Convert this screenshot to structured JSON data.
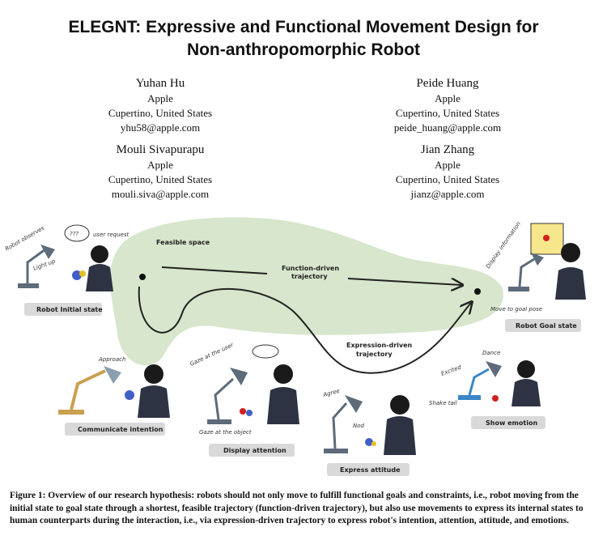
{
  "paper": {
    "title_line1": "ELEGNT: Expressive and Functional Movement Design for",
    "title_line2": "Non-anthropomorphic Robot",
    "authors": [
      {
        "name": "Yuhan Hu",
        "affiliation": "Apple",
        "location": "Cupertino, United States",
        "email": "yhu58@apple.com"
      },
      {
        "name": "Peide Huang",
        "affiliation": "Apple",
        "location": "Cupertino, United States",
        "email": "peide_huang@apple.com"
      },
      {
        "name": "Mouli Sivapurapu",
        "affiliation": "Apple",
        "location": "Cupertino, United States",
        "email": "mouli.siva@apple.com"
      },
      {
        "name": "Jian Zhang",
        "affiliation": "Apple",
        "location": "Cupertino, United States",
        "email": "jianz@apple.com"
      }
    ]
  },
  "figure": {
    "feasible_space": "Feasible space",
    "function_traj_1": "Function-driven",
    "function_traj_2": "trajectory",
    "expression_traj_1": "Expression-driven",
    "expression_traj_2": "trajectory",
    "boxes": {
      "initial": "Robot Initial state",
      "goal": "Robot Goal state",
      "communicate": "Communicate intention",
      "attention": "Display attention",
      "attitude": "Express attitude",
      "emotion": "Show emotion"
    },
    "notes": {
      "robot_observes": "Robot observes",
      "light_up": "Light up",
      "user_request": "user request",
      "question": "???",
      "display_information": "Display information",
      "move_to_goal": "Move to goal pose",
      "approach": "Approach",
      "gaze_user": "Gaze at the user",
      "gaze_object": "Gaze at the object",
      "agree": "Agree",
      "nod": "Nod",
      "excited": "Excited",
      "dance": "Dance",
      "shake_tail": "Shake tail"
    },
    "colors": {
      "feasible_space": "#d7e6cc",
      "state_box": "#d9d9d9",
      "lamp": "#5d6b7a",
      "hair": "#1a1a1a"
    }
  },
  "caption": "Figure 1: Overview of our research hypothesis: robots should not only move to fulfill functional goals and constraints, i.e., robot moving from the initial state to goal state through a shortest, feasible trajectory (function-driven trajectory), but also use movements to express its internal states to human counterparts during the interaction, i.e., via expression-driven trajectory to express robot's intention, attention, attitude, and emotions."
}
